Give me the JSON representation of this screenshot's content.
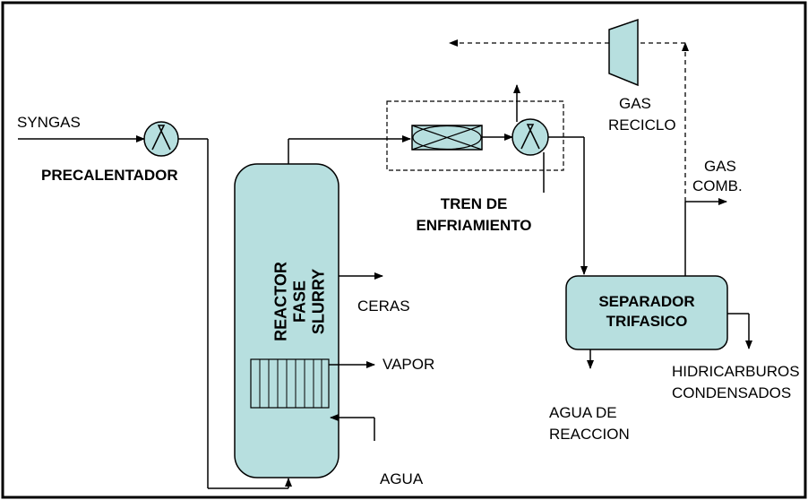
{
  "labels": {
    "syngas": "SYNGAS",
    "precalentador": "PRECALENTADOR",
    "reactor_line1": "REACTOR",
    "reactor_line2": "FASE",
    "reactor_line3": "SLURRY",
    "ceras": "CERAS",
    "vapor": "VAPOR",
    "agua": "AGUA",
    "tren_line1": "TREN DE",
    "tren_line2": "ENFRIAMIENTO",
    "gas_reciclo_line1": "GAS",
    "gas_reciclo_line2": "RECICLO",
    "gas_comb_line1": "GAS",
    "gas_comb_line2": "COMB.",
    "separador_line1": "SEPARADOR",
    "separador_line2": "TRIFASICO",
    "agua_reaccion_line1": "AGUA DE",
    "agua_reaccion_line2": "REACCION",
    "hidrocarburos_line1": "HIDRICARBUROS",
    "hidrocarburos_line2": "CONDENSADOS"
  },
  "colors": {
    "equipment_fill": "#b7dfdf",
    "line": "#000000",
    "border": "#000000"
  }
}
